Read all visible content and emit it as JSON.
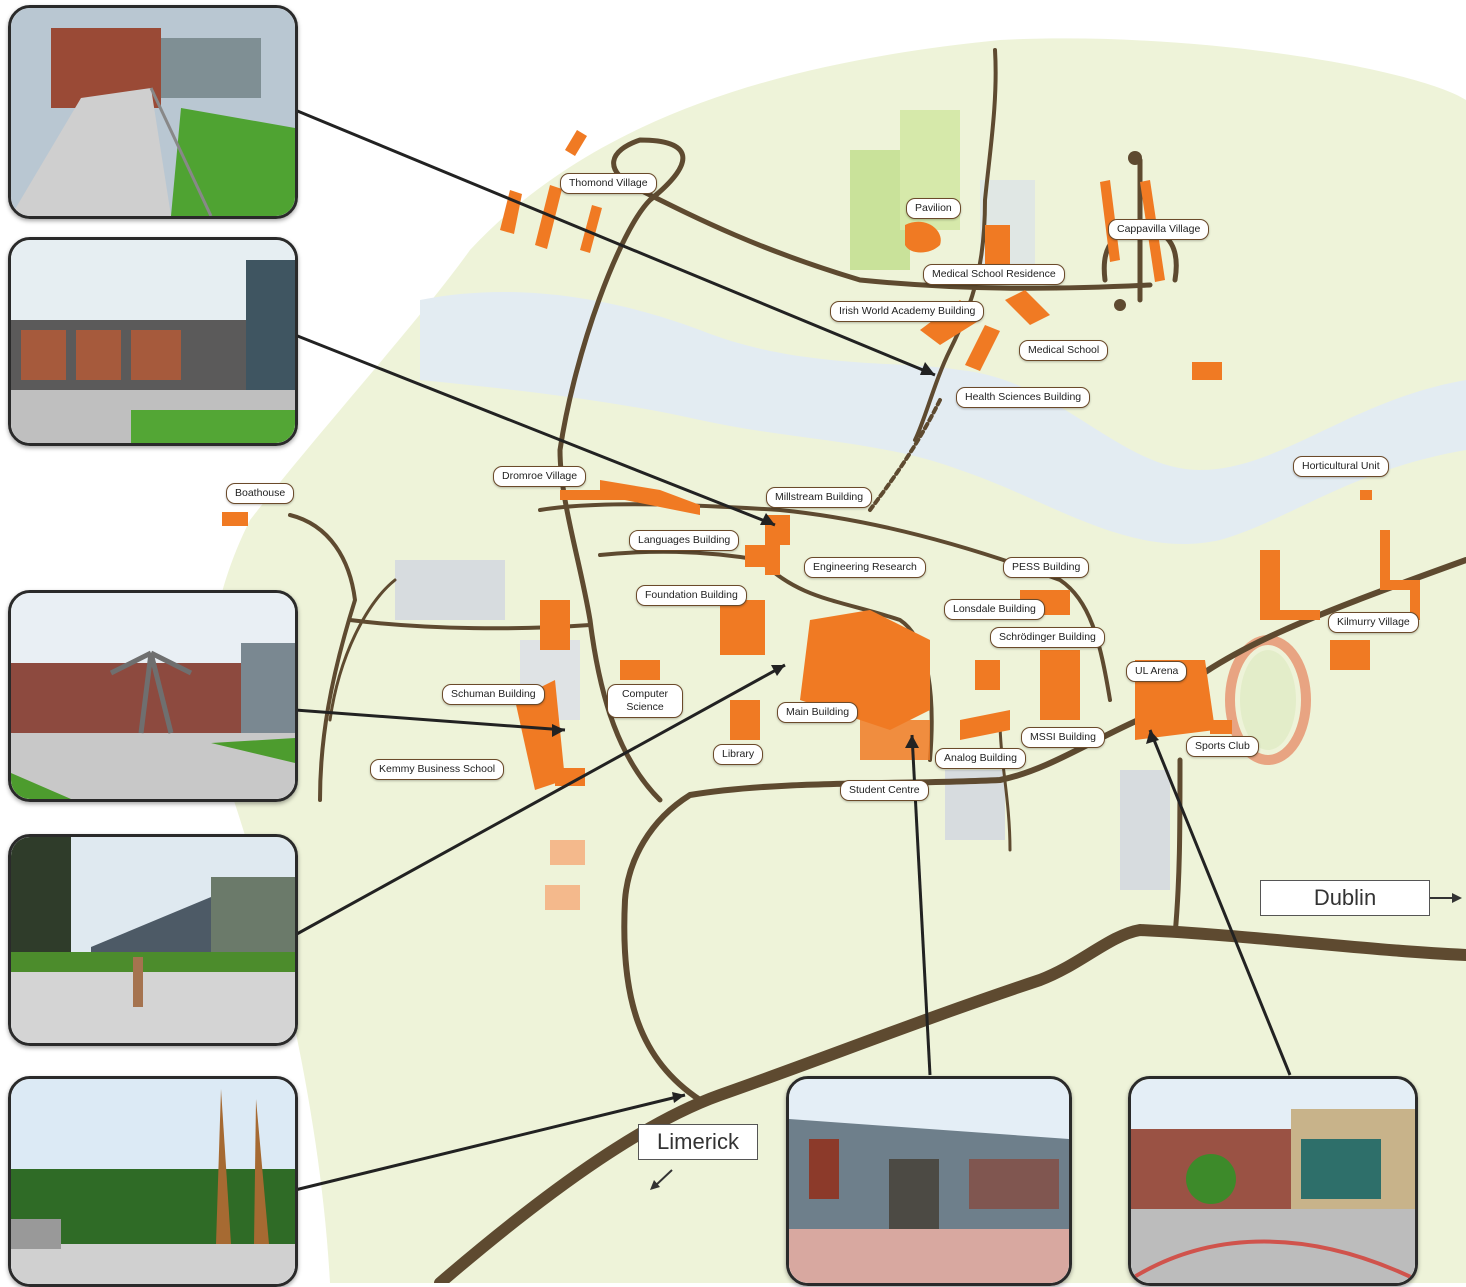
{
  "title": "",
  "labels": {
    "thomond": "Thomond Village",
    "pavilion": "Pavilion",
    "cappavilla": "Cappavilla Village",
    "medical_residence": "Medical School Residence",
    "irish_world": "Irish World Academy Building",
    "medical_school": "Medical School",
    "health_sciences": "Health Sciences Building",
    "horticultural": "Horticultural Unit",
    "boathouse": "Boathouse",
    "dromroe": "Dromroe Village",
    "millstream": "Millstream Building",
    "languages": "Languages Building",
    "engineering": "Engineering Research",
    "foundation": "Foundation Building",
    "pess": "PESS Building",
    "lonsdale": "Lonsdale Building",
    "schrodinger": "Schrödinger Building",
    "kilmurry": "Kilmurry Village",
    "schuman": "Schuman Building",
    "computer_science": "Computer Science",
    "main": "Main Building",
    "ul_arena": "UL Arena",
    "library": "Library",
    "mssi": "MSSI Building",
    "sports_club": "Sports Club",
    "kemmy": "Kemmy Business School",
    "analog": "Analog Building",
    "student_centre": "Student Centre"
  },
  "destinations": {
    "dublin": "Dublin",
    "limerick": "Limerick"
  },
  "photos": [
    {
      "name": "photo-health-sciences",
      "subject": "modern-building-walkway"
    },
    {
      "name": "photo-millstream",
      "subject": "brick-building-courtyard"
    },
    {
      "name": "photo-main-plaza",
      "subject": "sculpture-plaza"
    },
    {
      "name": "photo-schuman",
      "subject": "glass-building"
    },
    {
      "name": "photo-entrance",
      "subject": "entrance-spires"
    },
    {
      "name": "photo-student-centre",
      "subject": "stone-building"
    },
    {
      "name": "photo-ul-arena",
      "subject": "arena-building"
    }
  ],
  "colors": {
    "building": "#f07a23",
    "road": "#5e4a30",
    "river": "#e3ecf2",
    "land": "#eef3d9",
    "field": "#dde9b8"
  }
}
